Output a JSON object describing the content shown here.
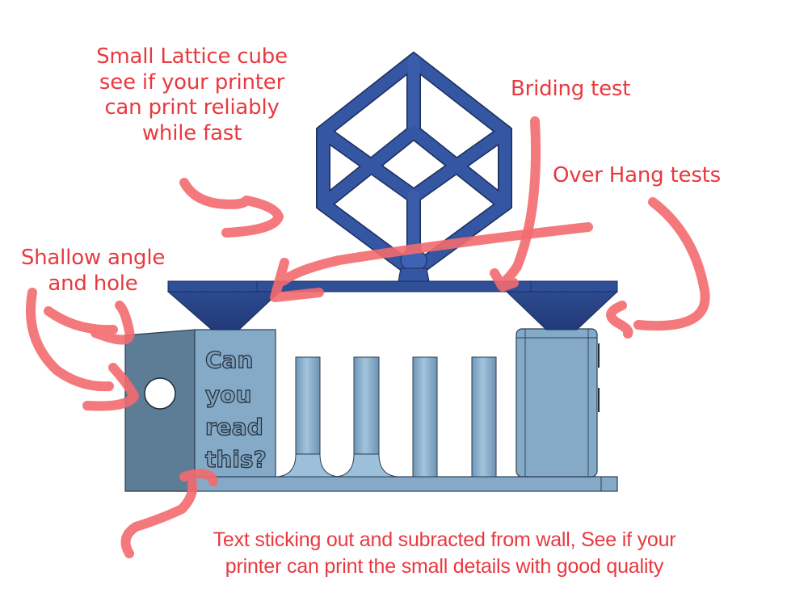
{
  "image": {
    "title": "3D printer calibration test model with annotations",
    "colors": {
      "annotation_text": "#e8393f",
      "annotation_stroke": "#f36a6e",
      "dark_blue_model": "#2e4d94",
      "light_blue_model": "#84aac8",
      "side_wall": "#5c7c94"
    }
  },
  "annotations": {
    "cube": "Small Lattice cube\nsee if your printer\ncan print reliably\nwhile fast",
    "bridging": "Briding test",
    "overhang": "Over Hang tests",
    "shallow": "Shallow angle\nand hole",
    "text_test": "Text sticking out and subracted from wall, See if your\nprinter can print the small details with good quality"
  },
  "model": {
    "engraved_text": [
      "Can",
      "you",
      "read",
      "this?"
    ],
    "parts": [
      "lattice-cube",
      "bridge-plate",
      "overhang-cone-left",
      "overhang-cone-right",
      "shallow-angle-block",
      "hole",
      "text-wall",
      "pillar-flared-1",
      "pillar-flared-2",
      "pillar-straight-1",
      "pillar-straight-2",
      "right-tower",
      "base-plate"
    ]
  }
}
